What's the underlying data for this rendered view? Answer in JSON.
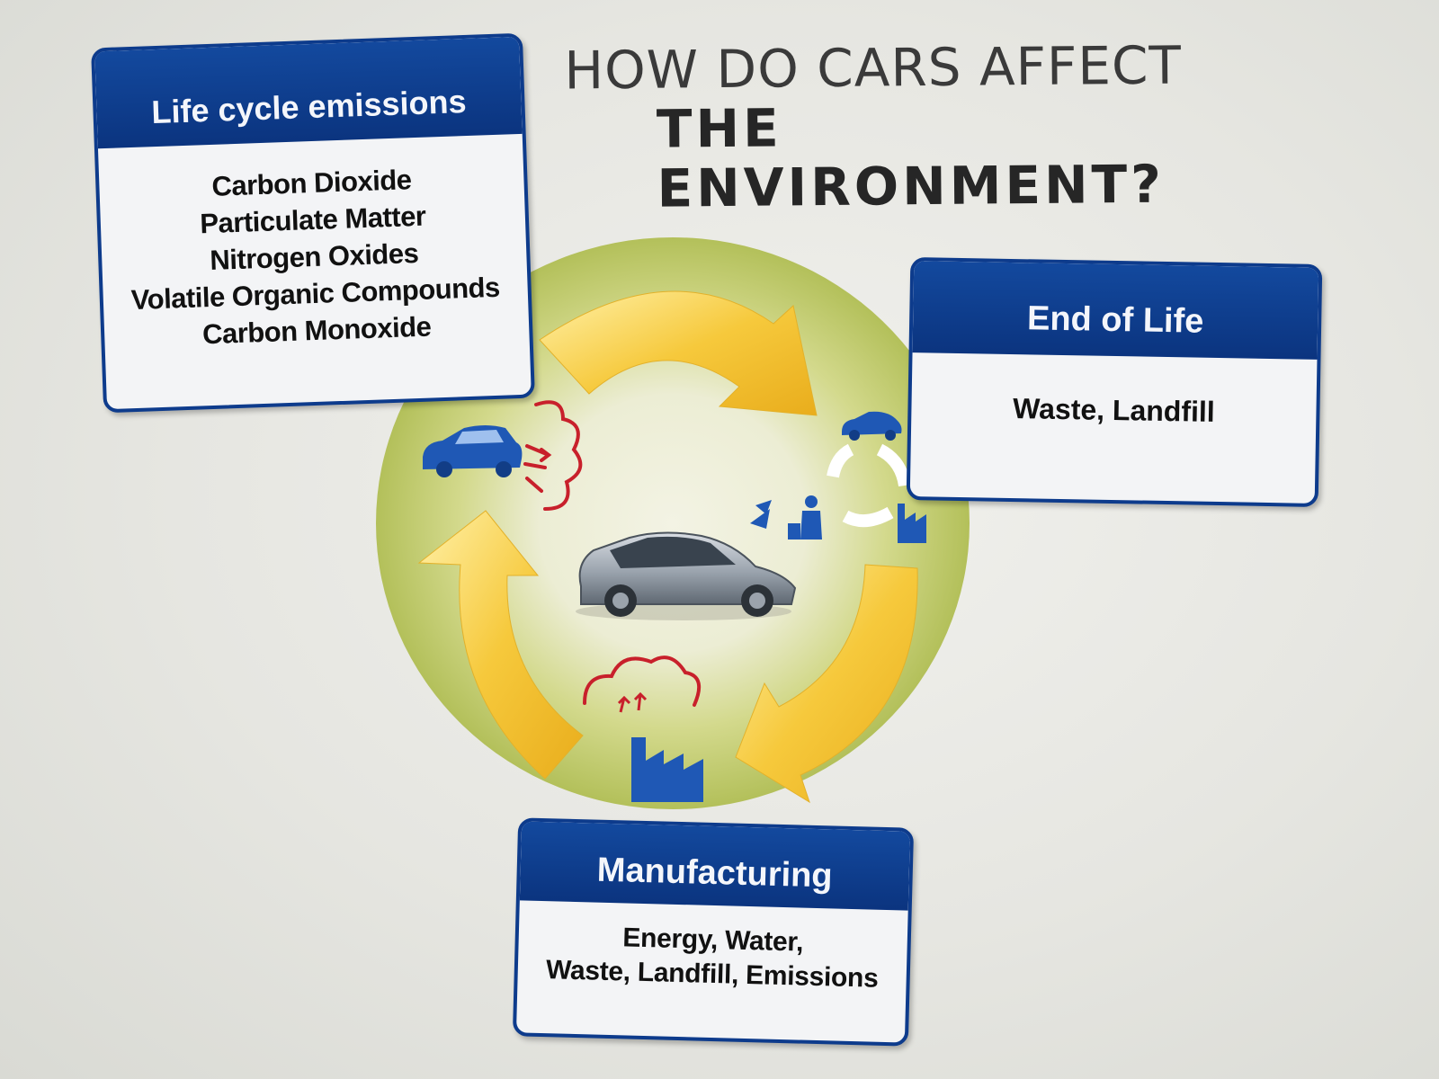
{
  "title": {
    "line1": "HOW DO CARS AFFECT",
    "line2": "THE ENVIRONMENT?"
  },
  "boxes": {
    "emissions": {
      "heading": "Life cycle emissions",
      "items": [
        "Carbon Dioxide",
        "Particulate Matter",
        "Nitrogen Oxides",
        "Volatile Organic Compounds",
        "Carbon Monoxide"
      ]
    },
    "end_of_life": {
      "heading": "End of Life",
      "text": "Waste, Landfill"
    },
    "manufacturing": {
      "heading": "Manufacturing",
      "lines": [
        "Energy, Water,",
        "Waste, Landfill, Emissions"
      ]
    }
  },
  "icons": [
    "small-car-icon",
    "exhaust-cloud-icon",
    "hybrid-car-icon",
    "factory-emissions-icon",
    "recycling-icon",
    "recycle-car-icon",
    "waste-person-icon",
    "recycle-factory-icon"
  ],
  "colors": {
    "header_blue": "#0b3a8a",
    "arrow_yellow": "#f5c63a",
    "circle_green": "#b9c65a",
    "emission_red": "#c8202b"
  }
}
